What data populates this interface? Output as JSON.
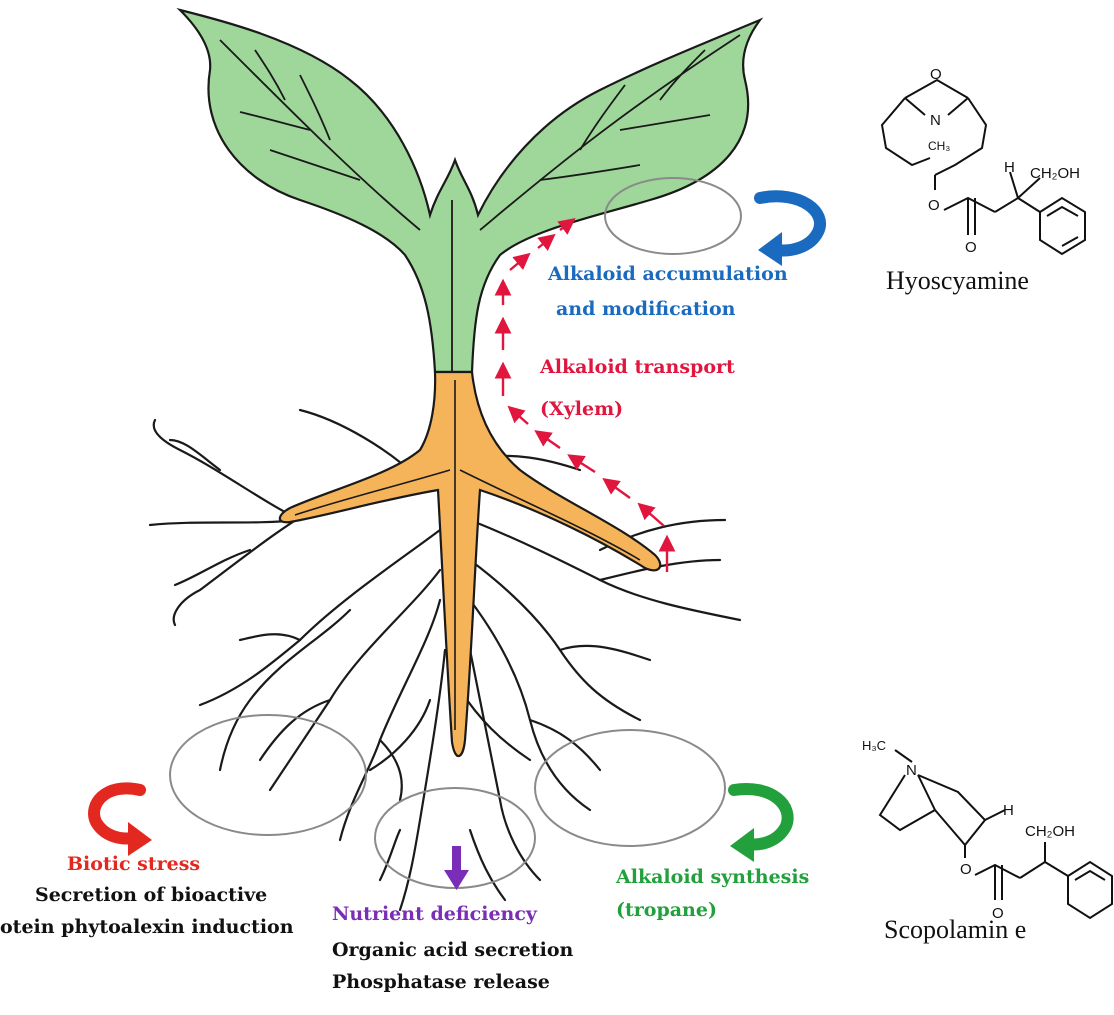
{
  "labels": {
    "accumulation_line1": "Alkaloid accumulation",
    "accumulation_line2": "and modification",
    "transport_line1": "Alkaloid transport",
    "transport_line2": "(Xylem)",
    "biotic_title": "Biotic stress",
    "biotic_line1": "Secretion of bioactive",
    "biotic_line2": "otein phytoalexin induction",
    "nutrient_title": "Nutrient deficiency",
    "nutrient_line1": "Organic acid secretion",
    "nutrient_line2": "Phosphatase release",
    "synthesis_line1": "Alkaloid synthesis",
    "synthesis_line2": "(tropane)"
  },
  "molecules": {
    "top_name": "Hyoscyamine",
    "bottom_name": "Scopolamin e",
    "atoms": {
      "oxygen": "O",
      "nitrogen": "N",
      "methyl": "CH₃",
      "methyl_left": "H₃C",
      "hydrogen": "H",
      "hydroxymethyl": "CH₂OH"
    }
  },
  "colors": {
    "leaf_green": "#9fd79a",
    "root_orange": "#f6b45a",
    "transport_red": "#e0163f",
    "accumulation_blue": "#1a6bbf",
    "synthesis_green": "#21a03c",
    "biotic_red": "#e32820",
    "nutrient_purple": "#7a2db6"
  }
}
